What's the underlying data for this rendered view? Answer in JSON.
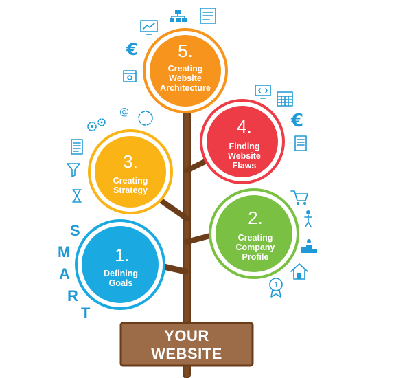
{
  "sign": {
    "line1": "YOUR",
    "line2": "WEBSITE"
  },
  "smart_letters": [
    "S",
    "M",
    "A",
    "R",
    "T"
  ],
  "steps": [
    {
      "number": "1.",
      "line1": "Defining",
      "line2": "Goals",
      "line3": "",
      "color": "#1ba9e1"
    },
    {
      "number": "2.",
      "line1": "Creating",
      "line2": "Company",
      "line3": "Profile",
      "color": "#7ac143"
    },
    {
      "number": "3.",
      "line1": "Creating",
      "line2": "Strategy",
      "line3": "",
      "color": "#fbb416"
    },
    {
      "number": "4.",
      "line1": "Finding",
      "line2": "Website",
      "line3": "Flaws",
      "color": "#ee3c47"
    },
    {
      "number": "5.",
      "line1": "Creating",
      "line2": "Website",
      "line3": "Architecture",
      "color": "#f7941d"
    }
  ],
  "colors": {
    "trunk": "#6b3d1b",
    "sign_bg": "#9c6b47",
    "sign_border": "#6b3d1b",
    "icon": "#1f9ad6"
  },
  "icons": [
    "euro-icon",
    "monitor-icon",
    "sitemap-icon",
    "document-icon",
    "browser-settings-icon",
    "gears-icon",
    "at-sign-icon",
    "refresh-icon",
    "funnel-icon",
    "hourglass-icon",
    "report-icon",
    "code-monitor-icon",
    "calendar-icon",
    "cart-icon",
    "person-icon",
    "podium-icon",
    "home-icon",
    "award-icon"
  ]
}
